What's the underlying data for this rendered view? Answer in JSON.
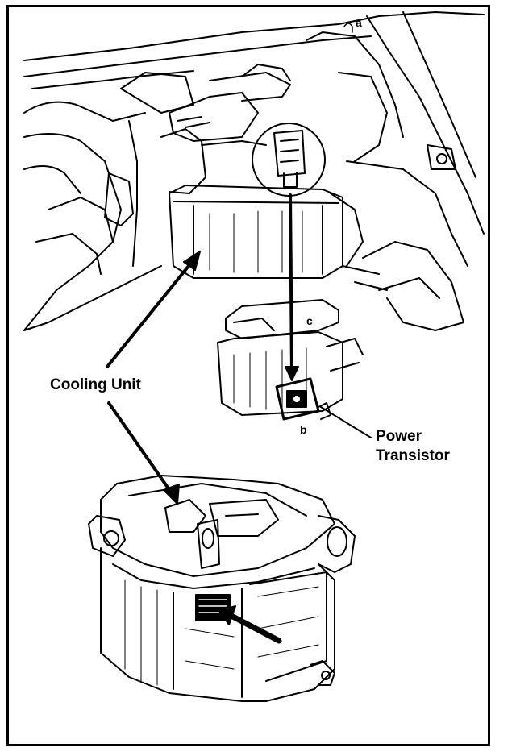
{
  "labels": {
    "cooling_unit": "Cooling Unit",
    "power_transistor_line1": "Power",
    "power_transistor_line2": "Transistor",
    "marker_b": "b",
    "corner_a": "a",
    "marker_c": "c"
  }
}
